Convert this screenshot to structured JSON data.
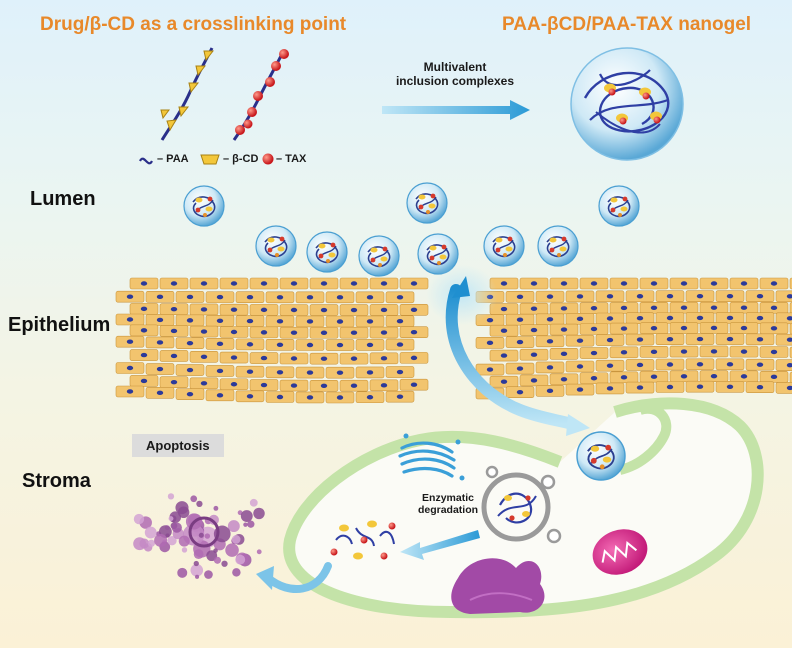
{
  "labels": {
    "left_title": "Drug/β-CD as a crosslinking point",
    "right_title": "PAA-βCD/PAA-TAX nanogel",
    "arrow_caption_1": "Multivalent",
    "arrow_caption_2": "inclusion complexes",
    "apoptosis": "Apoptosis",
    "enzymatic_1": "Enzymatic",
    "enzymatic_2": "degradation"
  },
  "legend": {
    "paa": "– PAA",
    "beta_cd": "– β-CD",
    "tax": "– TAX"
  },
  "regions": {
    "lumen": "Lumen",
    "epithelium": "Epithelium",
    "stroma": "Stroma"
  },
  "colors": {
    "title": "#e8892a",
    "polymer": "#2a2f8a",
    "beta_cd": "#f3c73a",
    "tax": "#d63a2c",
    "cell": "#f2c46e",
    "cell_nucleus": "#2c3a9a",
    "membrane": "#c4e3a8",
    "mitochondrion": "#c41c7a",
    "nucleus": "#a24aa6",
    "arrow": "#2b9ad6"
  }
}
